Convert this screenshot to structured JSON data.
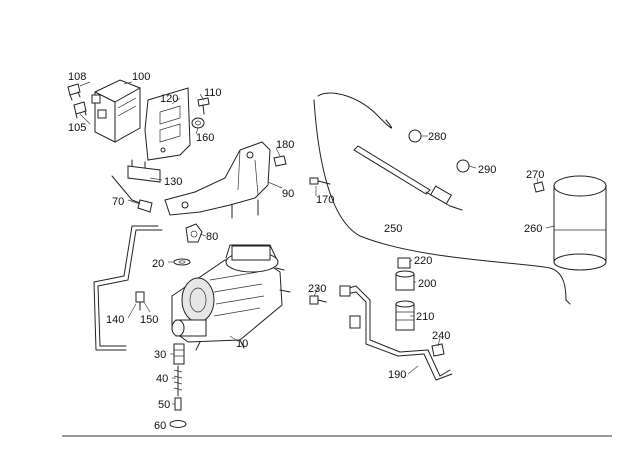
{
  "diagram": {
    "labels": [
      {
        "id": "108",
        "text": "108"
      },
      {
        "id": "100",
        "text": "100"
      },
      {
        "id": "105",
        "text": "105"
      },
      {
        "id": "120",
        "text": "120"
      },
      {
        "id": "110",
        "text": "110"
      },
      {
        "id": "160",
        "text": "160"
      },
      {
        "id": "180",
        "text": "180"
      },
      {
        "id": "130",
        "text": "130"
      },
      {
        "id": "70",
        "text": "70"
      },
      {
        "id": "90",
        "text": "90"
      },
      {
        "id": "170",
        "text": "170"
      },
      {
        "id": "80",
        "text": "80"
      },
      {
        "id": "20",
        "text": "20"
      },
      {
        "id": "280",
        "text": "280"
      },
      {
        "id": "290",
        "text": "290"
      },
      {
        "id": "270",
        "text": "270"
      },
      {
        "id": "260",
        "text": "260"
      },
      {
        "id": "250",
        "text": "250"
      },
      {
        "id": "220",
        "text": "220"
      },
      {
        "id": "200",
        "text": "200"
      },
      {
        "id": "230",
        "text": "230"
      },
      {
        "id": "210",
        "text": "210"
      },
      {
        "id": "240",
        "text": "240"
      },
      {
        "id": "190",
        "text": "190"
      },
      {
        "id": "140",
        "text": "140"
      },
      {
        "id": "150",
        "text": "150"
      },
      {
        "id": "10",
        "text": "10"
      },
      {
        "id": "30",
        "text": "30"
      },
      {
        "id": "40",
        "text": "40"
      },
      {
        "id": "50",
        "text": "50"
      },
      {
        "id": "60",
        "text": "60"
      }
    ]
  }
}
